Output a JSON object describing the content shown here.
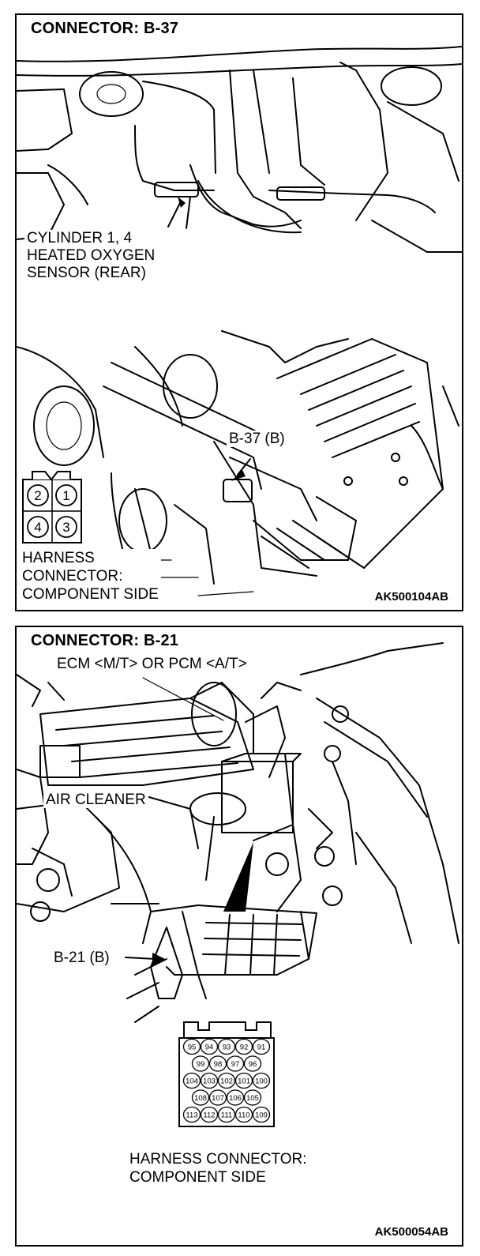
{
  "panel1": {
    "title": "CONNECTOR: B-37",
    "sensor_label": [
      "CYLINDER 1, 4",
      "HEATED OXYGEN",
      "SENSOR (REAR)"
    ],
    "connector_callout": "B-37 (B)",
    "pins": [
      "2",
      "1",
      "4",
      "3"
    ],
    "harness_label": [
      "HARNESS",
      "CONNECTOR:",
      "COMPONENT SIDE"
    ],
    "code": "AK500104AB"
  },
  "panel2": {
    "title": "CONNECTOR: B-21",
    "ecm_label": "ECM <M/T> OR PCM <A/T>",
    "air_cleaner_label": "AIR CLEANER",
    "connector_callout": "B-21 (B)",
    "pin_rows": [
      [
        "95",
        "94",
        "93",
        "92",
        "91"
      ],
      [
        "99",
        "98",
        "97",
        "96"
      ],
      [
        "104",
        "103",
        "102",
        "101",
        "100"
      ],
      [
        "108",
        "107",
        "106",
        "105"
      ],
      [
        "113",
        "112",
        "111",
        "110",
        "109"
      ]
    ],
    "harness_label": [
      "HARNESS CONNECTOR:",
      "COMPONENT SIDE"
    ],
    "code": "AK500054AB"
  }
}
